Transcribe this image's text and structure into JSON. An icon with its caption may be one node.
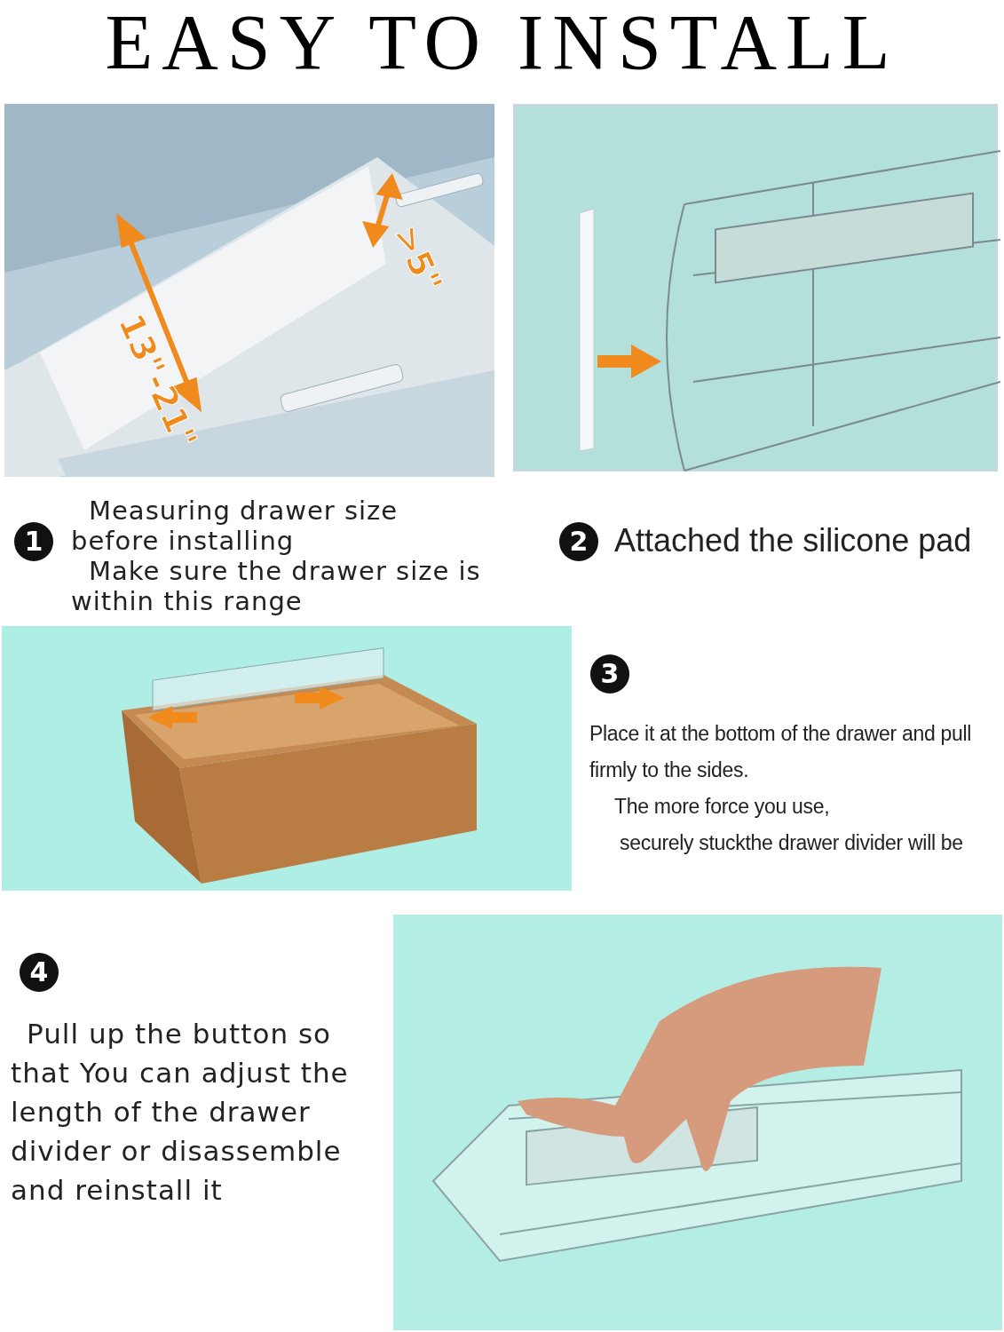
{
  "diagram": {
    "title": "EASY TO INSTALL",
    "labels": [
      "13\"-21\"",
      ">5\"",
      "1",
      "Measuring drawer size before installing",
      "Make sure the drawer size is within this range",
      "2",
      "Attached the silicone pad",
      "3",
      "Place it at the bottom of the drawer and pull firmly to the sides.",
      "The more force you use,",
      "securely stuckthe drawer divider will be",
      "4",
      "Pull up the button so that You can adjust the length of the drawer divider or disassemble and reinstall it"
    ]
  }
}
